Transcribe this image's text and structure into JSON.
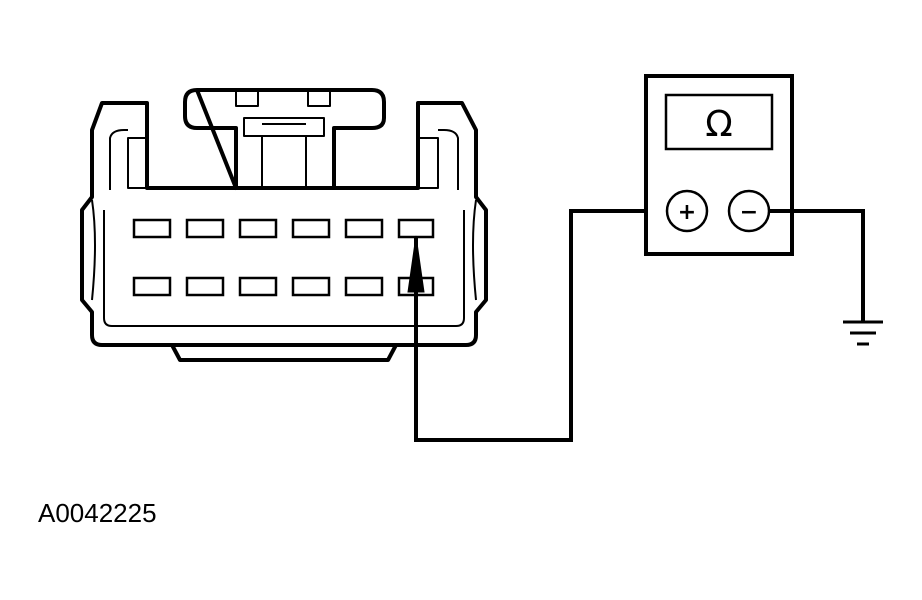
{
  "figure": {
    "id": "A0042225"
  },
  "meter": {
    "display_symbol": "Ω",
    "positive_terminal": "+",
    "negative_terminal": "−"
  },
  "connector": {
    "pin_rows": 2,
    "pins_per_row": 6,
    "probed_pin": "row 1, pin 6"
  },
  "colors": {
    "line": "#000000",
    "background": "#ffffff"
  }
}
